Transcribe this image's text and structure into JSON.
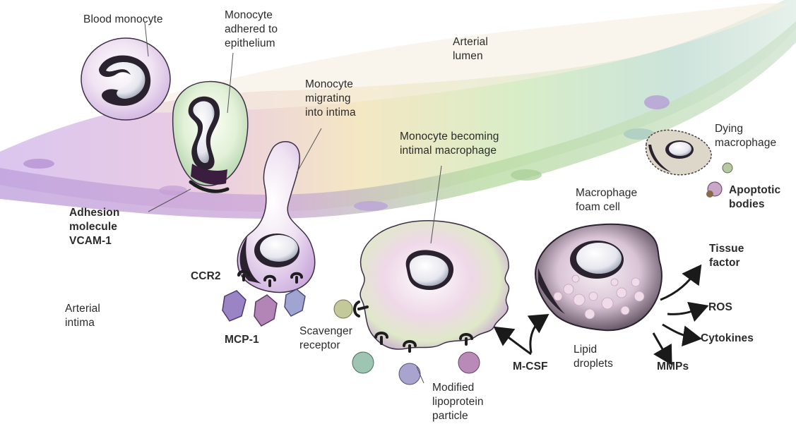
{
  "labels": {
    "blood_monocyte": "Blood monocyte",
    "monocyte_adhered": "Monocyte\nadhered to\nepithelium",
    "arterial_lumen": "Arterial\nlumen",
    "monocyte_migrating": "Monocyte\nmigrating\ninto intima",
    "monocyte_becoming": "Monocyte becoming\nintimal macrophage",
    "dying_macrophage": "Dying\nmacrophage",
    "apoptotic_bodies": "Apoptotic\nbodies",
    "adhesion_molecule": "Adhesion\nmolecule\nVCAM-1",
    "macrophage_foam_cell": "Macrophage\nfoam cell",
    "tissue_factor": "Tissue\nfactor",
    "ccr2": "CCR2",
    "arterial_intima": "Arterial\nintima",
    "ros": "ROS",
    "cytokines": "Cytokines",
    "mcp1": "MCP-1",
    "scavenger_receptor": "Scavenger\nreceptor",
    "lipid_droplets": "Lipid\ndroplets",
    "m_csf": "M-CSF",
    "mmps": "MMPs",
    "modified_lipoprotein": "Modified\nlipoprotein\nparticle"
  },
  "colors": {
    "endothelium_violet": "#c9a7df",
    "endothelium_green": "#cfe6b8",
    "nucleus_dark": "#2b2230",
    "receptor_dark": "#1e1e1e",
    "mcp1_purple": "#9a84c6"
  }
}
